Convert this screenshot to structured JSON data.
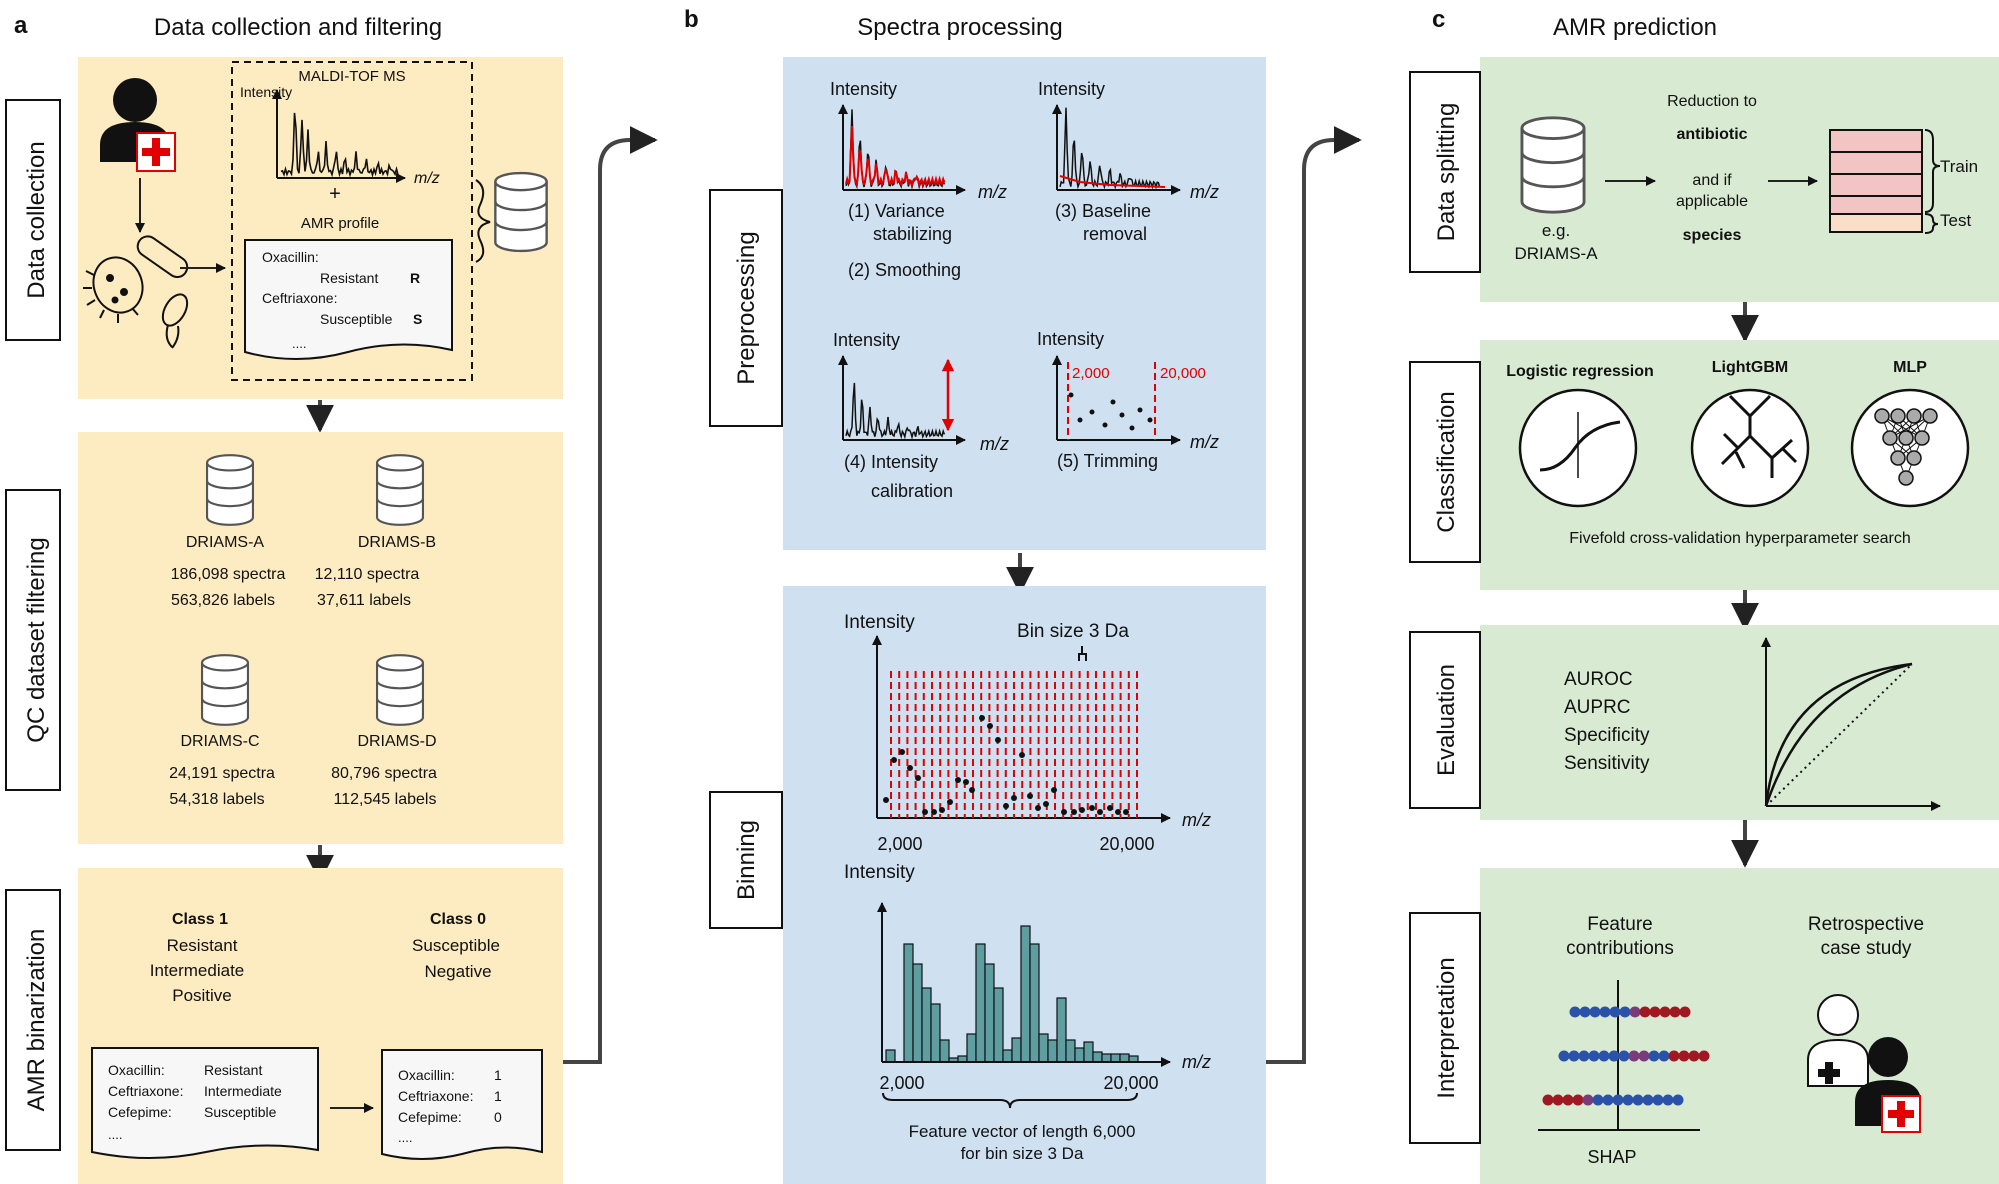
{
  "panels": {
    "a": {
      "letter": "a",
      "title": "Data collection and filtering"
    },
    "b": {
      "letter": "b",
      "title": "Spectra processing"
    },
    "c": {
      "letter": "c",
      "title": "AMR prediction"
    }
  },
  "data_collection": {
    "label": "Data collection",
    "maldi": "MALDI-TOF MS",
    "intensity": "Intensity",
    "mz": "m/z",
    "plus": "+",
    "amr_profile": "AMR profile",
    "doc": [
      {
        "drug": "Oxacillin:",
        "value": "Resistant",
        "code": "R"
      },
      {
        "drug": "Ceftriaxone:",
        "value": "Susceptible",
        "code": "S"
      }
    ],
    "ellipsis": "...."
  },
  "qc": {
    "label": "QC dataset filtering",
    "datasets": [
      {
        "name": "DRIAMS-A",
        "spectra": "186,098 spectra",
        "labels": "563,826 labels"
      },
      {
        "name": "DRIAMS-B",
        "spectra": "12,110 spectra",
        "labels": "37,611 labels"
      },
      {
        "name": "DRIAMS-C",
        "spectra": "24,191 spectra",
        "labels": "54,318 labels"
      },
      {
        "name": "DRIAMS-D",
        "spectra": "80,796 spectra",
        "labels": "112,545 labels"
      }
    ]
  },
  "binarization": {
    "label": "AMR binarization",
    "class1": {
      "title": "Class 1",
      "items": [
        "Resistant",
        "Intermediate",
        "Positive"
      ]
    },
    "class0": {
      "title": "Class 0",
      "items": [
        "Susceptible",
        "Negative"
      ]
    },
    "doc_left": [
      {
        "drug": "Oxacillin:",
        "value": "Resistant"
      },
      {
        "drug": "Ceftriaxone:",
        "value": "Intermediate"
      },
      {
        "drug": "Cefepime:",
        "value": "Susceptible"
      }
    ],
    "doc_right": [
      {
        "drug": "Oxacillin:",
        "value": "1"
      },
      {
        "drug": "Ceftriaxone:",
        "value": "1"
      },
      {
        "drug": "Cefepime:",
        "value": "0"
      }
    ],
    "ellipsis": "...."
  },
  "preprocessing": {
    "label": "Preprocessing",
    "intensity": "Intensity",
    "mz": "m/z",
    "step1": [
      "(1) Variance",
      "stabilizing"
    ],
    "step2": "(2) Smoothing",
    "step3": [
      "(3) Baseline",
      "removal"
    ],
    "step4": [
      "(4) Intensity",
      "calibration"
    ],
    "step5": "(5) Trimming",
    "trim_lo": "2,000",
    "trim_hi": "20,000"
  },
  "binning": {
    "label": "Binning",
    "intensity": "Intensity",
    "mz": "m/z",
    "bin_size": "Bin size 3 Da",
    "x_lo": "2,000",
    "x_hi": "20,000",
    "feature_lines": [
      "Feature vector of length 6,000",
      "for bin size 3 Da"
    ]
  },
  "splitting": {
    "label": "Data splitting",
    "db_caption": [
      "e.g.",
      "DRIAMS-A"
    ],
    "reduction": [
      "Reduction to",
      "antibiotic",
      "and if",
      "applicable",
      "species"
    ],
    "train": "Train",
    "test": "Test"
  },
  "classification": {
    "label": "Classification",
    "models": [
      "Logistic regression",
      "LightGBM",
      "MLP"
    ],
    "cv": "Fivefold cross-validation hyperparameter search"
  },
  "evaluation": {
    "label": "Evaluation",
    "metrics": [
      "AUROC",
      "AUPRC",
      "Specificity",
      "Sensitivity"
    ]
  },
  "interpretation": {
    "label": "Interpretation",
    "feature": [
      "Feature",
      "contributions"
    ],
    "retro": [
      "Retrospective",
      "case study"
    ],
    "shap": "SHAP"
  },
  "colors": {
    "yellow_panel": "#fdebc1",
    "blue_panel": "#cfe0f1",
    "green_panel": "#d9ead3",
    "red": "#e00000",
    "bar_teal": "#5f9ea0",
    "shap_blue": "#2a52a8",
    "shap_red": "#a01822"
  }
}
